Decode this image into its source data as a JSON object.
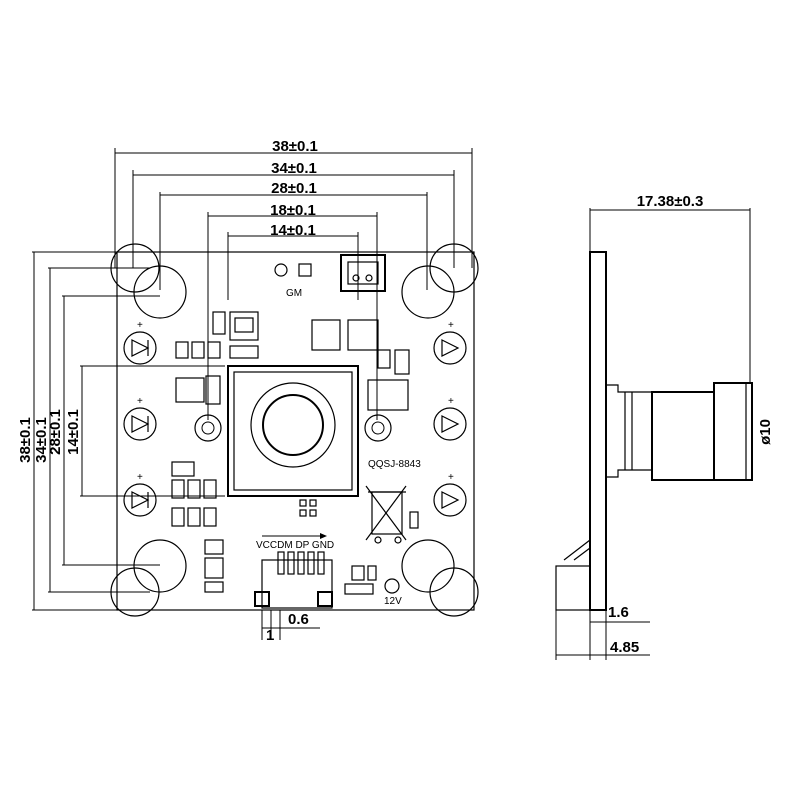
{
  "dimensions": {
    "w38": "38±0.1",
    "w34": "34±0.1",
    "w28": "28±0.1",
    "w18": "18±0.1",
    "w14": "14±0.1",
    "h38": "38±0.1",
    "h34": "34±0.1",
    "h28": "28±0.1",
    "h14": "14±0.1",
    "depth": "17.38±0.3",
    "lens_dia": "ø10",
    "board_thk": "1.6",
    "conn_h": "4.85",
    "pitch": "0.6",
    "pin": "1"
  },
  "labels": {
    "gm": "GM",
    "model": "QQSJ-8843",
    "pins": "VCCDM DP GND",
    "voltage": "12V",
    "plus": "+"
  }
}
